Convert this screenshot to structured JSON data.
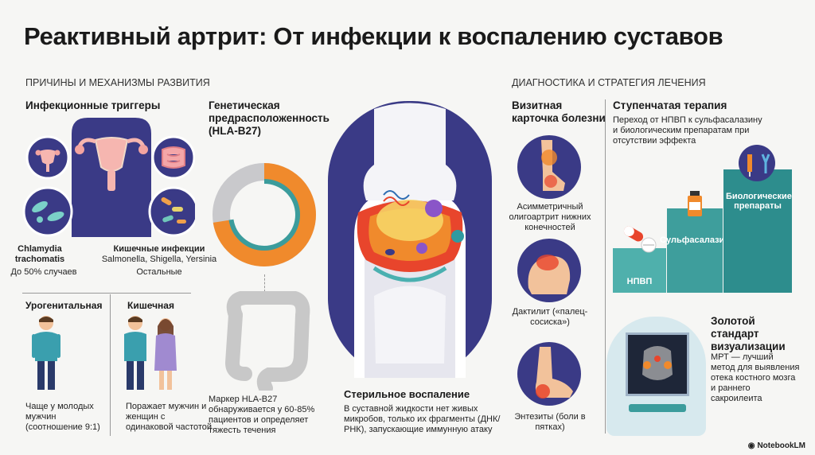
{
  "title": "Реактивный артрит: От инфекции к воспалению суставов",
  "left_section": "ПРИЧИНЫ И МЕХАНИЗМЫ РАЗВИТИЯ",
  "right_section": "ДИАГНОСТИКА И СТРАТЕГИЯ ЛЕЧЕНИЯ",
  "triggers": {
    "heading": "Инфекционные триггеры",
    "chlamydia_name": "Chlamydia trachomatis",
    "chlamydia_share": "До 50% случаев",
    "intestinal_name": "Кишечные инфекции",
    "intestinal_species": "Salmonella, Shigella, Yersinia",
    "intestinal_share": "Остальные"
  },
  "forms": {
    "urogenital_heading": "Урогенитальная",
    "urogenital_text": "Чаще у молодых мужчин (соотношение 9:1)",
    "intestinal_heading": "Кишечная",
    "intestinal_text": "Поражает мужчин и женщин с одинаковой частотой"
  },
  "genetic": {
    "heading": "Генетическая предрасположенность (HLA-B27)",
    "text": "Маркер HLA-B27 обнаруживается у 60-85% пациентов и определяет тяжесть течения",
    "prevalence_fraction": 0.725
  },
  "inflammation": {
    "heading": "Стерильное воспаление",
    "text": "В суставной жидкости нет живых микробов, только их фрагменты (ДНК/РНК), запускающие иммунную атаку"
  },
  "card": {
    "heading": "Визитная карточка болезни",
    "item1": "Асимметричный олигоартрит нижних конечностей",
    "item2": "Дактилит («палец-сосиска»)",
    "item3": "Энтезиты (боли в пятках)"
  },
  "therapy": {
    "heading": "Ступенчатая терапия",
    "text": "Переход от НПВП к сульфасалазину и биологическим препаратам при отсутствии эффекта",
    "step1": "НПВП",
    "step2": "Сульфасалазин",
    "step3": "Биологические препараты"
  },
  "imaging": {
    "heading": "Золотой стандарт визуализации",
    "text": "МРТ — лучший метод для выявления отека костного мозга и раннего сакроилеита"
  },
  "brand": "NotebookLM",
  "colors": {
    "navy": "#3a3a86",
    "teal": "#3b9c9c",
    "orange": "#f08a2c",
    "inflammation_red": "#e8452c"
  }
}
